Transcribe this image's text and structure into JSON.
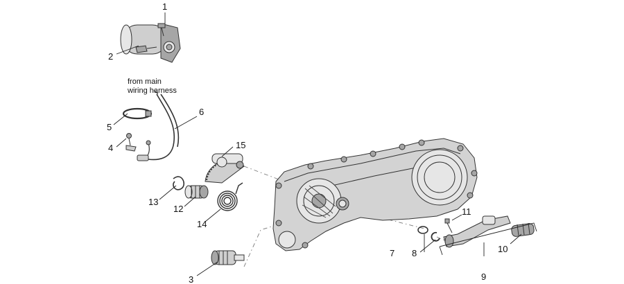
{
  "callouts": [
    {
      "id": "1",
      "label": "1"
    },
    {
      "id": "2",
      "label": "2"
    },
    {
      "id": "3",
      "label": "3"
    },
    {
      "id": "4",
      "label": "4"
    },
    {
      "id": "5",
      "label": "5"
    },
    {
      "id": "6",
      "label": "6"
    },
    {
      "id": "7",
      "label": "7"
    },
    {
      "id": "8",
      "label": "8"
    },
    {
      "id": "9",
      "label": "9"
    },
    {
      "id": "10",
      "label": "10"
    },
    {
      "id": "11",
      "label": "11"
    },
    {
      "id": "12",
      "label": "12"
    },
    {
      "id": "13",
      "label": "13"
    },
    {
      "id": "14",
      "label": "14"
    },
    {
      "id": "15",
      "label": "15"
    }
  ],
  "annotation": {
    "line1": "from main",
    "line2": "wiring harness"
  }
}
